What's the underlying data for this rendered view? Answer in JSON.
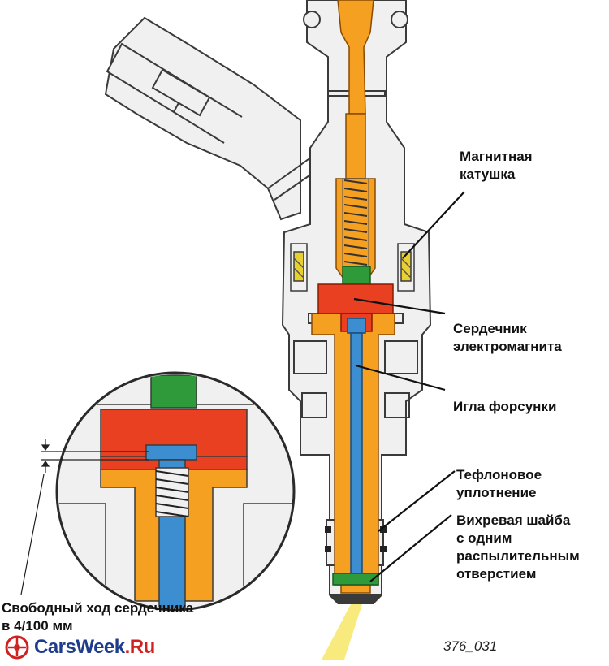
{
  "labels": {
    "coil": [
      "Магнитная",
      "катушка"
    ],
    "armature": [
      "Сердечник",
      "электромагнита"
    ],
    "needle": [
      "Игла форсунки"
    ],
    "teflon": [
      "Тефлоновое",
      "уплотнение"
    ],
    "swirl": [
      "Вихревая шайба",
      "с одним",
      "распылительным",
      "отверстием"
    ],
    "travel": [
      "Свободный ход сердечника",
      "в 4/100 мм"
    ]
  },
  "figure_number": "376_031",
  "watermark": {
    "brand_a": "CarsWeek",
    "brand_b": ".Ru",
    "icon": "car-wheel-icon"
  },
  "colors": {
    "body": "#f0f0f0",
    "outline": "#3a3a3a",
    "fuel": "#f5a020",
    "armature": "#e84020",
    "needle": "#3c8ed0",
    "filter": "#2f9a3a",
    "coil": "#e8d030",
    "spray": "#f8e870",
    "brand_blue": "#1f3c8c",
    "brand_red": "#d02020"
  }
}
